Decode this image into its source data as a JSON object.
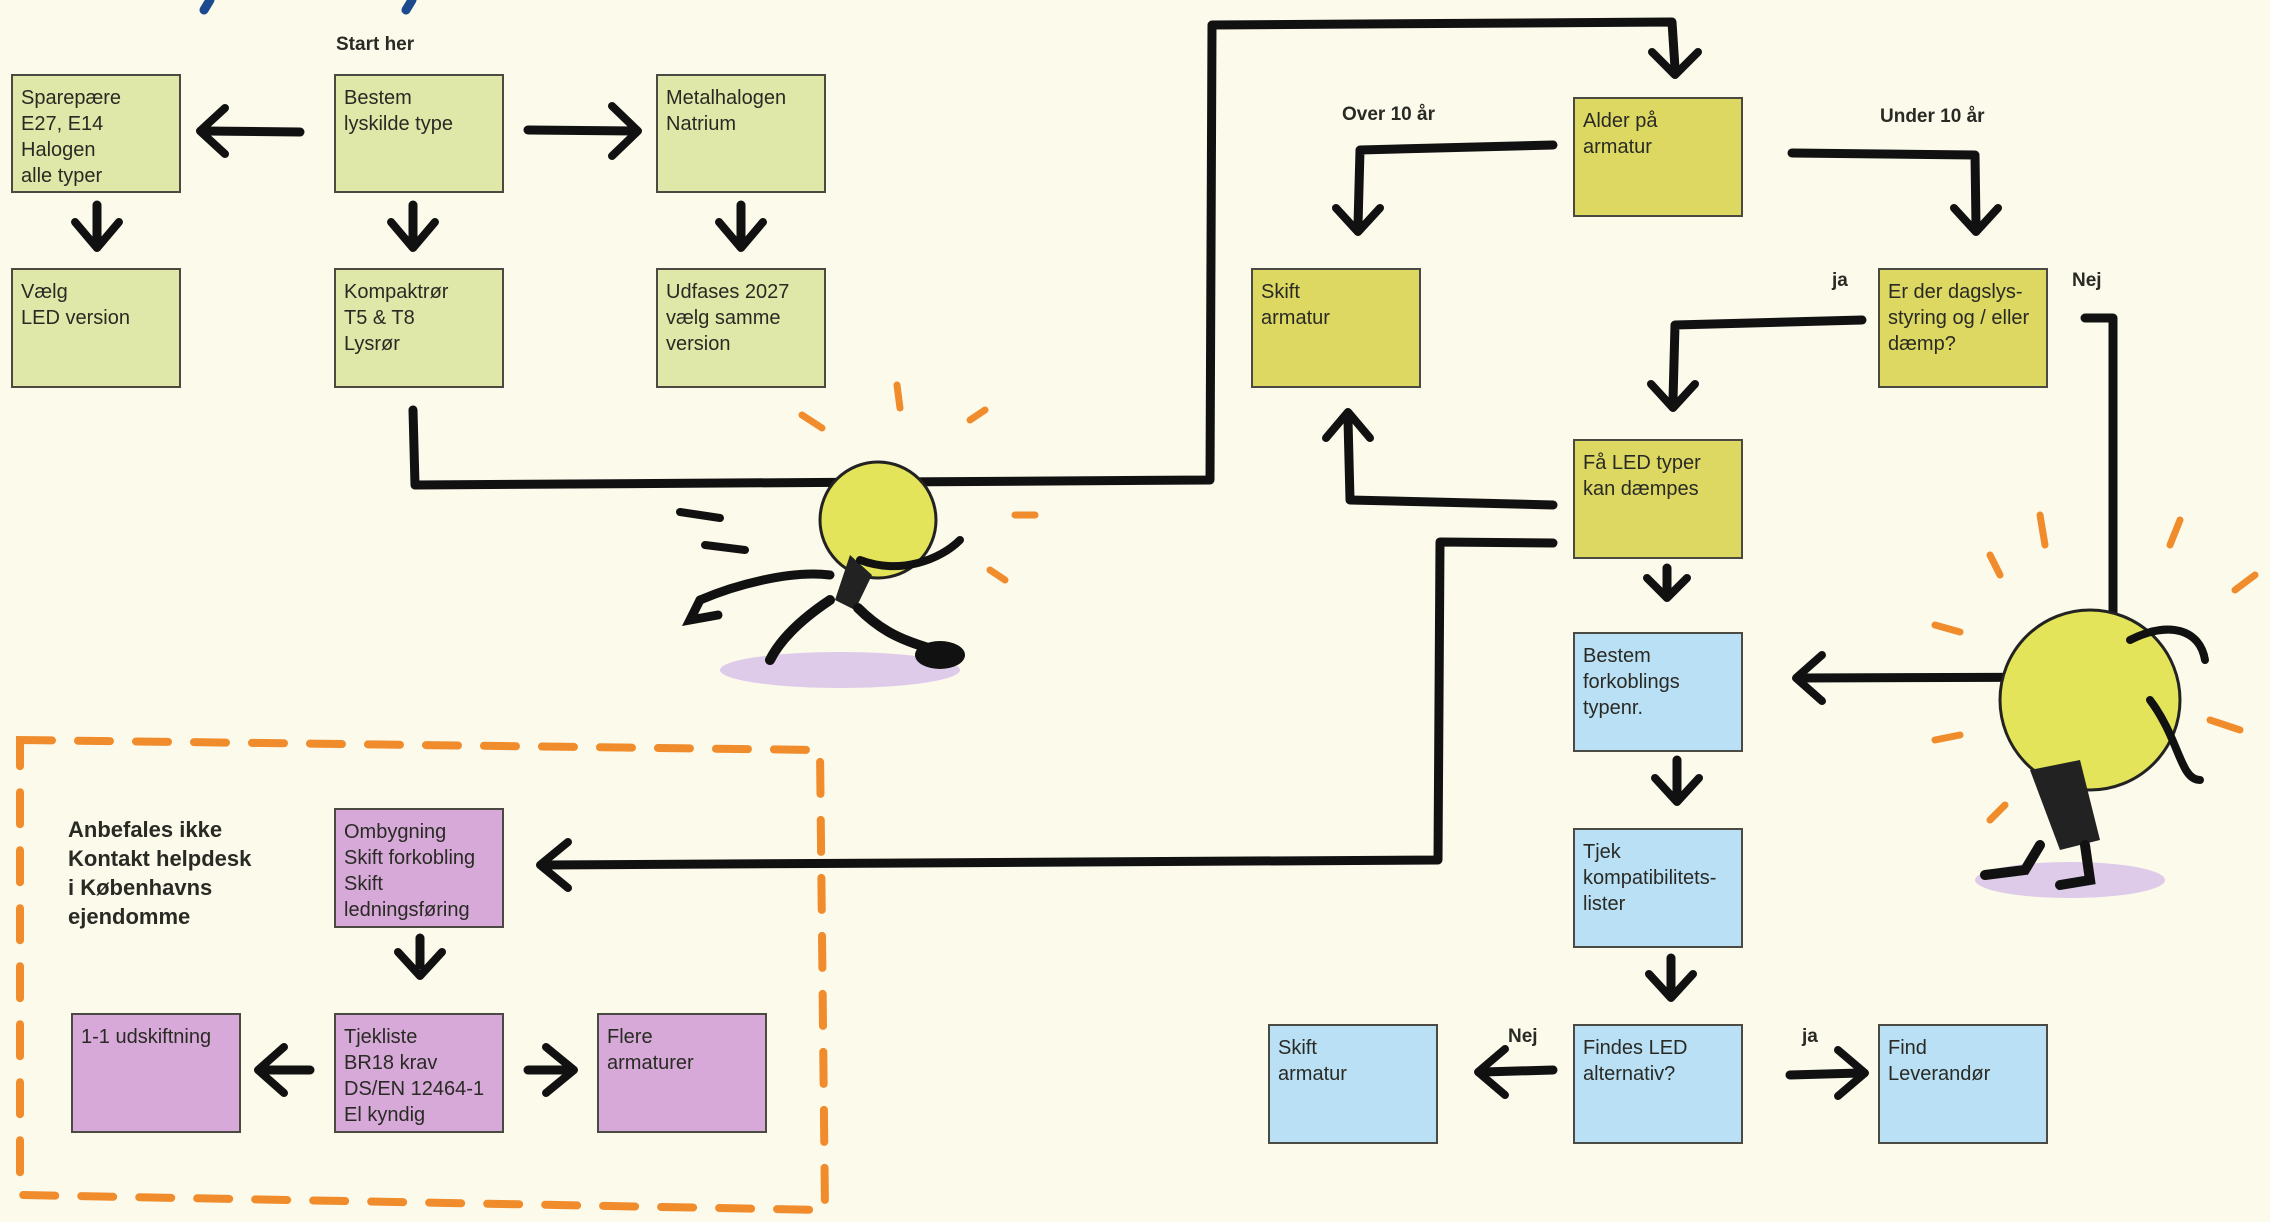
{
  "start_label": "Start her",
  "boxes": {
    "sparepaere": "Sparepære\nE27, E14\nHalogen\nalle typer",
    "bestem_lyskilde": "Bestem\nlyskilde type",
    "metalhalogen": "Metalhalogen\nNatrium",
    "vaelg_led": "Vælg\nLED version",
    "kompaktror": "Kompaktrør\nT5 & T8\nLysrør",
    "udfases": "Udfases 2027\nvælg samme\nversion",
    "alder": "Alder på\narmatur",
    "skift_armatur_top": "Skift\narmatur",
    "dagslys": "Er der dagslys-\nstyring og / eller\ndæmp?",
    "faa_led": "Få LED typer\nkan dæmpes",
    "forkobling": "Bestem\nforkoblings\ntypenr.",
    "tjek_kompat": "Tjek\nkompatibilitets-\nlister",
    "findes_led": "Findes LED\nalternativ?",
    "skift_armatur_bottom": "Skift\narmatur",
    "find_leverandor": "Find\nLeverandør",
    "ombygning": "Ombygning\nSkift forkobling\nSkift\nledningsføring",
    "tjekliste": "Tjekliste\nBR18 krav\nDS/EN 12464-1\nEl kyndig",
    "udskiftning": "1-1 udskiftning",
    "flere": "Flere\narmaturer"
  },
  "labels": {
    "over10": "Over 10 år",
    "under10": "Under 10 år",
    "ja_dagslys": "ja",
    "nej_dagslys": "Nej",
    "nej_findes": "Nej",
    "ja_findes": "ja"
  },
  "note": "Anbefales ikke\nKontakt helpdesk\ni Københavns\nejendomme",
  "colors": {
    "background": "#fcfaeb",
    "green_box": "#dfe8a8",
    "olive_box": "#ddd862",
    "blue_box": "#b9e0f5",
    "purple_box": "#d6a9d8",
    "accent_orange": "#f08c2c",
    "bulb_yellow": "#e4e45a"
  },
  "icons": [
    "running-lightbulb-icon",
    "thinking-lightbulb-icon"
  ]
}
